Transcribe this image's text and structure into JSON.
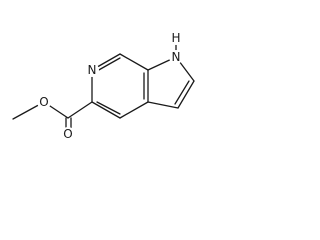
{
  "molecule": {
    "atoms": {
      "ring_nitrogen": "N",
      "pyrrole_nitrogen": "N",
      "pyrrole_hydrogen": "H",
      "ester_oxygen": "O",
      "carbonyl_oxygen": "O"
    }
  }
}
